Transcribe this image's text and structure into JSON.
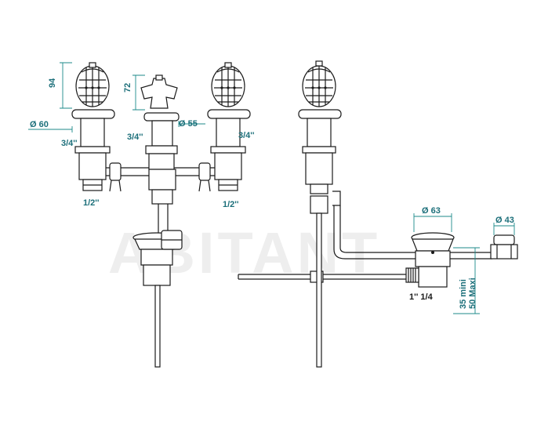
{
  "watermark": "ABITANT",
  "dimensions": {
    "front_head_height": "94",
    "front_head_diameter": "Ø 60",
    "front_left_inlet": "3/4''",
    "front_spout_height": "72",
    "front_spout_diameter": "Ø 55",
    "front_center_inlet": "3/4''",
    "front_right_inlet": "3/4''",
    "front_left_outlet": "1/2''",
    "front_right_outlet": "1/2''",
    "side_waste_diameter": "Ø 63",
    "side_knob_diameter": "Ø 43",
    "side_waste_thread": "1'' 1/4",
    "side_waste_min": "35 mini",
    "side_waste_max": "50 Maxi"
  }
}
